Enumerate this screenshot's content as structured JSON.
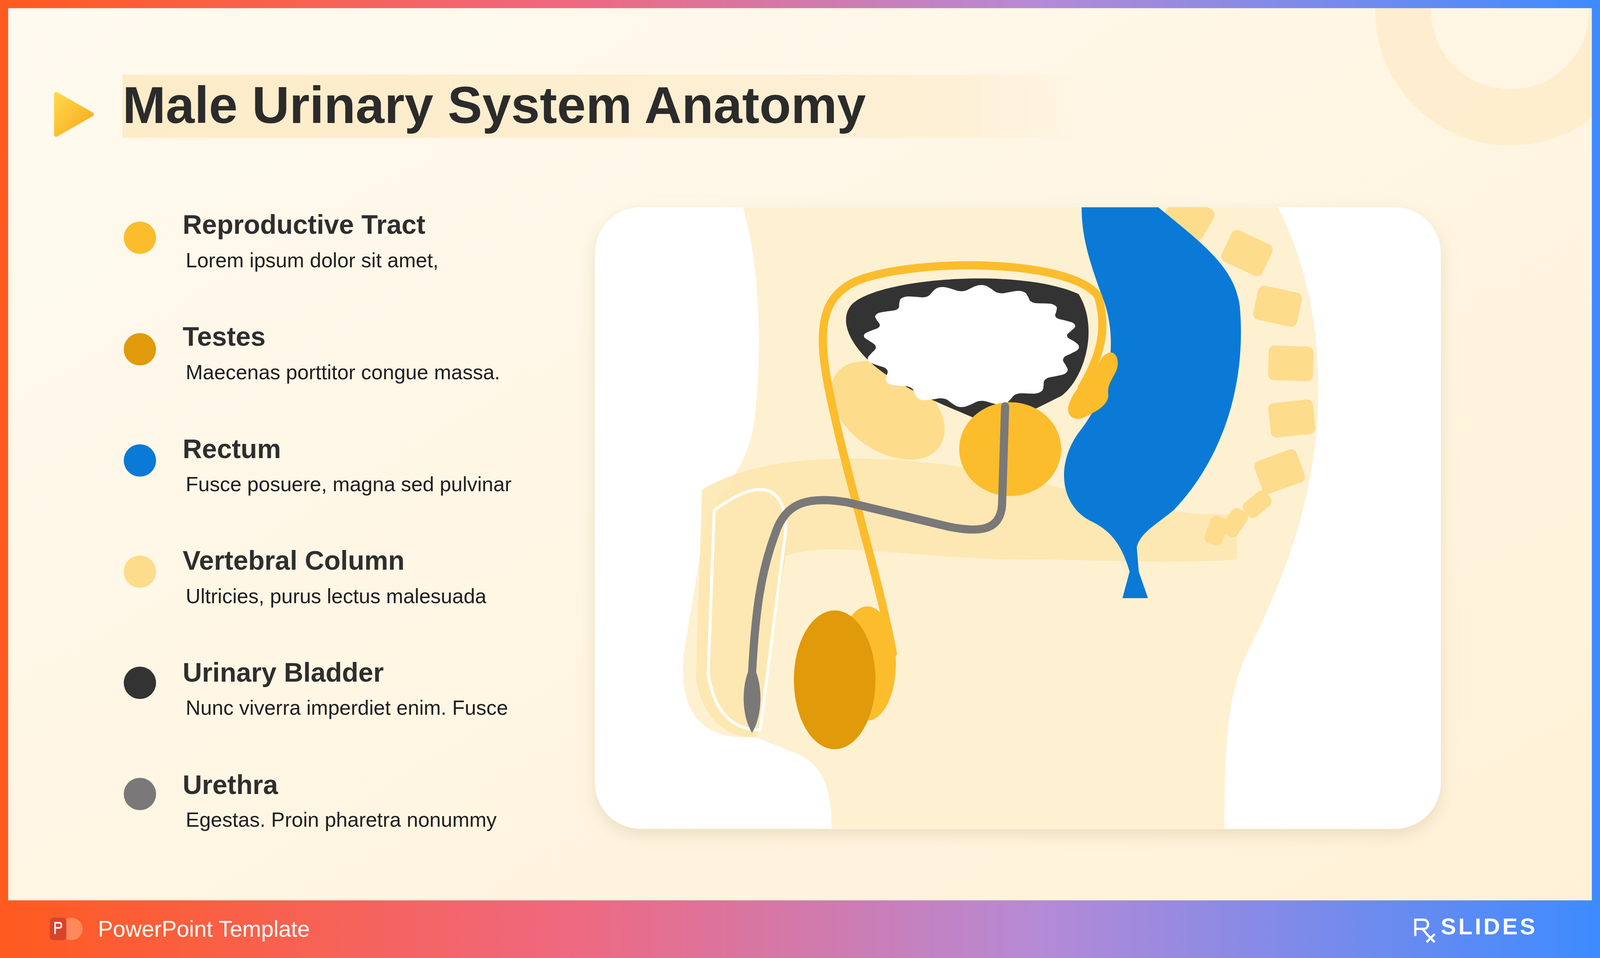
{
  "diagram": {
    "title": "Male Urinary System Anatomy",
    "labels": [
      "Lorem ipsum dolor sit amet,",
      "Maecenas porttitor congue massa.",
      "Fusce posuere, magna sed pulvinar",
      "Ultricies, purus lectus malesuada",
      "Nunc viverra imperdiet enim. Fusce",
      "Egestas. Proin pharetra nonummy",
      "PowerPoint Template",
      "SLIDES"
    ],
    "legend": [
      {
        "text": "Reproductive Tract",
        "color": "#fbbd2c"
      },
      {
        "text": "Testes",
        "color": "#e09a0a"
      },
      {
        "text": "Rectum",
        "color": "#0a7ad6"
      },
      {
        "text": "Vertebral Column",
        "color": "#fddc8c"
      },
      {
        "text": "Urinary Bladder",
        "color": "#333333"
      },
      {
        "text": "Urethra",
        "color": "#7a7878"
      }
    ]
  }
}
